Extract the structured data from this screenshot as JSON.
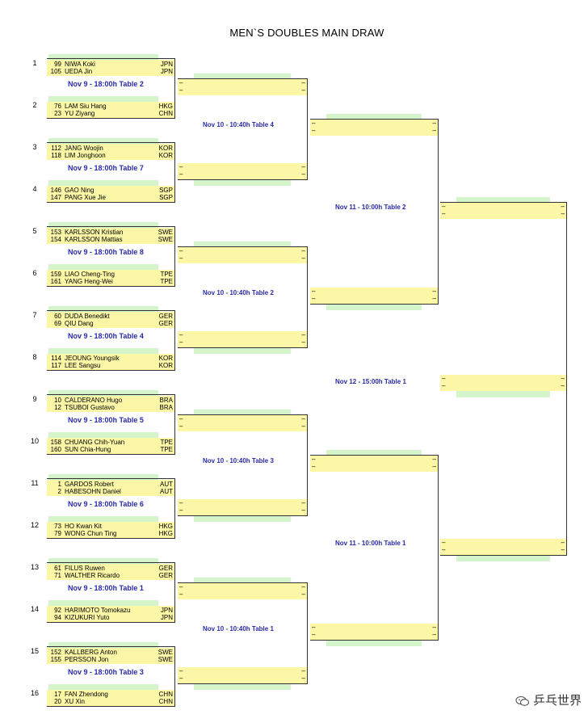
{
  "title": "MEN`S DOUBLES MAIN DRAW",
  "pairs": [
    {
      "seed": "1",
      "p1": {
        "rank": "99",
        "name": "NIWA Koki",
        "country": "JPN"
      },
      "p2": {
        "rank": "105",
        "name": "UEDA Jin",
        "country": "JPN"
      }
    },
    {
      "seed": "2",
      "p1": {
        "rank": "76",
        "name": "LAM Siu Hang",
        "country": "HKG"
      },
      "p2": {
        "rank": "23",
        "name": "YU Ziyang",
        "country": "CHN"
      }
    },
    {
      "seed": "3",
      "p1": {
        "rank": "112",
        "name": "JANG Woojin",
        "country": "KOR"
      },
      "p2": {
        "rank": "118",
        "name": "LIM Jonghoon",
        "country": "KOR"
      }
    },
    {
      "seed": "4",
      "p1": {
        "rank": "146",
        "name": "GAO Ning",
        "country": "SGP"
      },
      "p2": {
        "rank": "147",
        "name": "PANG Xue Jie",
        "country": "SGP"
      }
    },
    {
      "seed": "5",
      "p1": {
        "rank": "153",
        "name": "KARLSSON Kristian",
        "country": "SWE"
      },
      "p2": {
        "rank": "154",
        "name": "KARLSSON Mattias",
        "country": "SWE"
      }
    },
    {
      "seed": "6",
      "p1": {
        "rank": "159",
        "name": "LIAO Cheng-Ting",
        "country": "TPE"
      },
      "p2": {
        "rank": "161",
        "name": "YANG Heng-Wei",
        "country": "TPE"
      }
    },
    {
      "seed": "7",
      "p1": {
        "rank": "60",
        "name": "DUDA Benedikt",
        "country": "GER"
      },
      "p2": {
        "rank": "69",
        "name": "QIU Dang",
        "country": "GER"
      }
    },
    {
      "seed": "8",
      "p1": {
        "rank": "114",
        "name": "JEOUNG Youngsik",
        "country": "KOR"
      },
      "p2": {
        "rank": "117",
        "name": "LEE Sangsu",
        "country": "KOR"
      }
    },
    {
      "seed": "9",
      "p1": {
        "rank": "10",
        "name": "CALDERANO Hugo",
        "country": "BRA"
      },
      "p2": {
        "rank": "12",
        "name": "TSUBOI Gustavo",
        "country": "BRA"
      }
    },
    {
      "seed": "10",
      "p1": {
        "rank": "158",
        "name": "CHUANG Chih-Yuan",
        "country": "TPE"
      },
      "p2": {
        "rank": "160",
        "name": "SUN Chia-Hung",
        "country": "TPE"
      }
    },
    {
      "seed": "11",
      "p1": {
        "rank": "1",
        "name": "GARDOS Robert",
        "country": "AUT"
      },
      "p2": {
        "rank": "2",
        "name": "HABESOHN Daniel",
        "country": "AUT"
      }
    },
    {
      "seed": "12",
      "p1": {
        "rank": "73",
        "name": "HO Kwan Kit",
        "country": "HKG"
      },
      "p2": {
        "rank": "79",
        "name": "WONG Chun Ting",
        "country": "HKG"
      }
    },
    {
      "seed": "13",
      "p1": {
        "rank": "61",
        "name": "FILUS Ruwen",
        "country": "GER"
      },
      "p2": {
        "rank": "71",
        "name": "WALTHER Ricardo",
        "country": "GER"
      }
    },
    {
      "seed": "14",
      "p1": {
        "rank": "92",
        "name": "HARIMOTO Tomokazu",
        "country": "JPN"
      },
      "p2": {
        "rank": "94",
        "name": "KIZUKURI Yuto",
        "country": "JPN"
      }
    },
    {
      "seed": "15",
      "p1": {
        "rank": "152",
        "name": "KALLBERG Anton",
        "country": "SWE"
      },
      "p2": {
        "rank": "155",
        "name": "PERSSON Jon",
        "country": "SWE"
      }
    },
    {
      "seed": "16",
      "p1": {
        "rank": "17",
        "name": "FAN Zhendong",
        "country": "CHN"
      },
      "p2": {
        "rank": "20",
        "name": "XU Xin",
        "country": "CHN"
      }
    }
  ],
  "round1_matches": [
    "Nov 9 - 18:00h Table 2",
    "Nov 9 - 18:00h Table 7",
    "Nov 9 - 18:00h Table 8",
    "Nov 9 - 18:00h Table 4",
    "Nov 9 - 18:00h Table 5",
    "Nov 9 - 18:00h Table 6",
    "Nov 9 - 18:00h Table 1",
    "Nov 9 - 18:00h Table 3"
  ],
  "quarterfinal_matches": [
    "Nov 10 - 10:40h Table 4",
    "Nov 10 - 10:40h Table 2",
    "Nov 10 - 10:40h Table 3",
    "Nov 10 - 10:40h Table 1"
  ],
  "semifinal_matches": [
    "Nov 11 - 10:00h Table 2",
    "Nov 11 - 10:00h Table 1"
  ],
  "final_match": "Nov 12 - 15:00h Table 1",
  "placeholder_dash": "–",
  "watermark": "乒乓世界",
  "colors": {
    "slot_yellow": "#fbf7a6",
    "slot_green": "#d4f5cc",
    "match_text": "#2a2aa6"
  }
}
